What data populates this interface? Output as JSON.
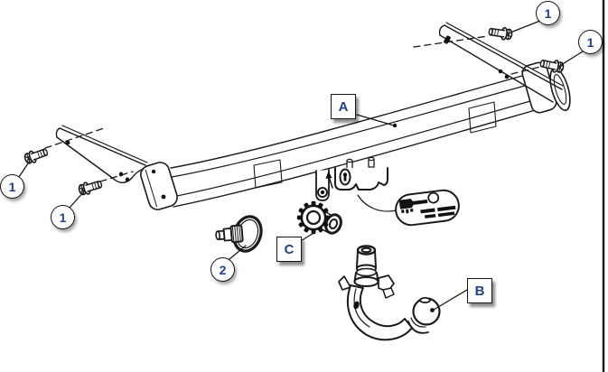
{
  "window": {
    "background": "#ffffff",
    "right_edge_rule_color": "#1a1a1a"
  },
  "drawing": {
    "type": "exploded-parts-diagram",
    "subject": "towbar-installation",
    "line_color": "#1a1a1a",
    "label_color": "#1d4289",
    "callout_circles": [
      {
        "id": "callout-1-top-right-upper",
        "label": "1",
        "part": "flange-bolt"
      },
      {
        "id": "callout-1-top-right-lower",
        "label": "1",
        "part": "flange-bolt"
      },
      {
        "id": "callout-1-left-upper",
        "label": "1",
        "part": "flange-bolt"
      },
      {
        "id": "callout-1-left-lower",
        "label": "1",
        "part": "flange-bolt"
      },
      {
        "id": "callout-2",
        "label": "2",
        "part": "socket-plug-with-ring"
      }
    ],
    "callout_boxes": [
      {
        "id": "callout-A",
        "label": "A",
        "part": "crossmember-beam"
      },
      {
        "id": "callout-B",
        "label": "B",
        "part": "swan-neck-towball"
      },
      {
        "id": "callout-C",
        "label": "C",
        "part": "receiver-serrated-flange"
      }
    ],
    "parts": [
      "crossmember-beam",
      "side-bracket-left",
      "side-bracket-right",
      "flange-bolts",
      "socket-plug-with-ring",
      "receiver-clamp",
      "serrated-flange",
      "keys-capsule",
      "swan-neck-towball"
    ]
  }
}
